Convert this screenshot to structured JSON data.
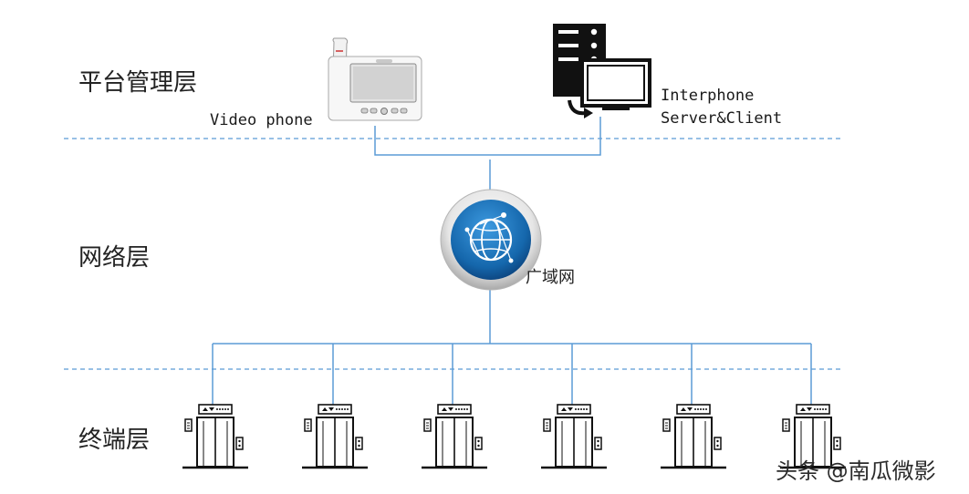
{
  "layers": {
    "platform": "平台管理层",
    "network": "网络层",
    "terminal": "终端层"
  },
  "devices": {
    "video_phone": "Video phone",
    "server_line1": "Interphone",
    "server_line2": "Server&Client",
    "wan": "广域网"
  },
  "watermark": "头条 @南瓜微影",
  "icons": {
    "phone": "video-phone-icon",
    "server": "server-client-icon",
    "network": "globe-network-icon",
    "elevator": "elevator-icon"
  },
  "elevator_count": 6,
  "colors": {
    "line": "#5b9bd5",
    "dashed": "#5b9bd5",
    "globe_blue": "#1b6db4",
    "globe_ring": "#d0d0d0"
  }
}
